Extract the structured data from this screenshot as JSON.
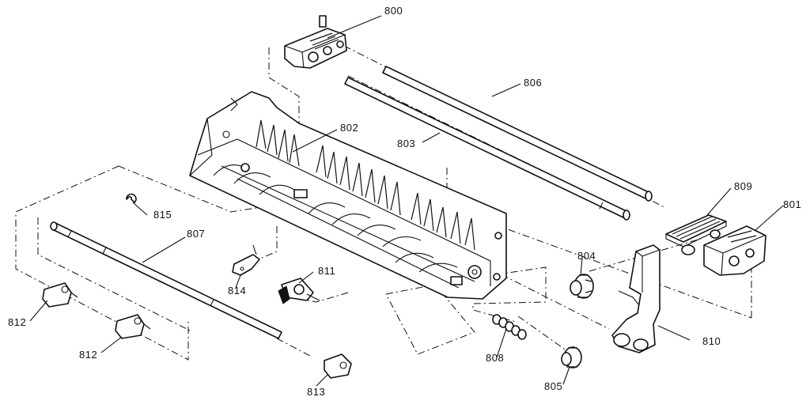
{
  "callouts": {
    "c800": "800",
    "c806": "806",
    "c802": "802",
    "c803": "803",
    "c809": "809",
    "c801": "801",
    "c815": "815",
    "c807": "807",
    "c804": "804",
    "c811": "811",
    "c814": "814",
    "c812a": "812",
    "c812b": "812",
    "c810": "810",
    "c808": "808",
    "c805": "805",
    "c813": "813"
  }
}
